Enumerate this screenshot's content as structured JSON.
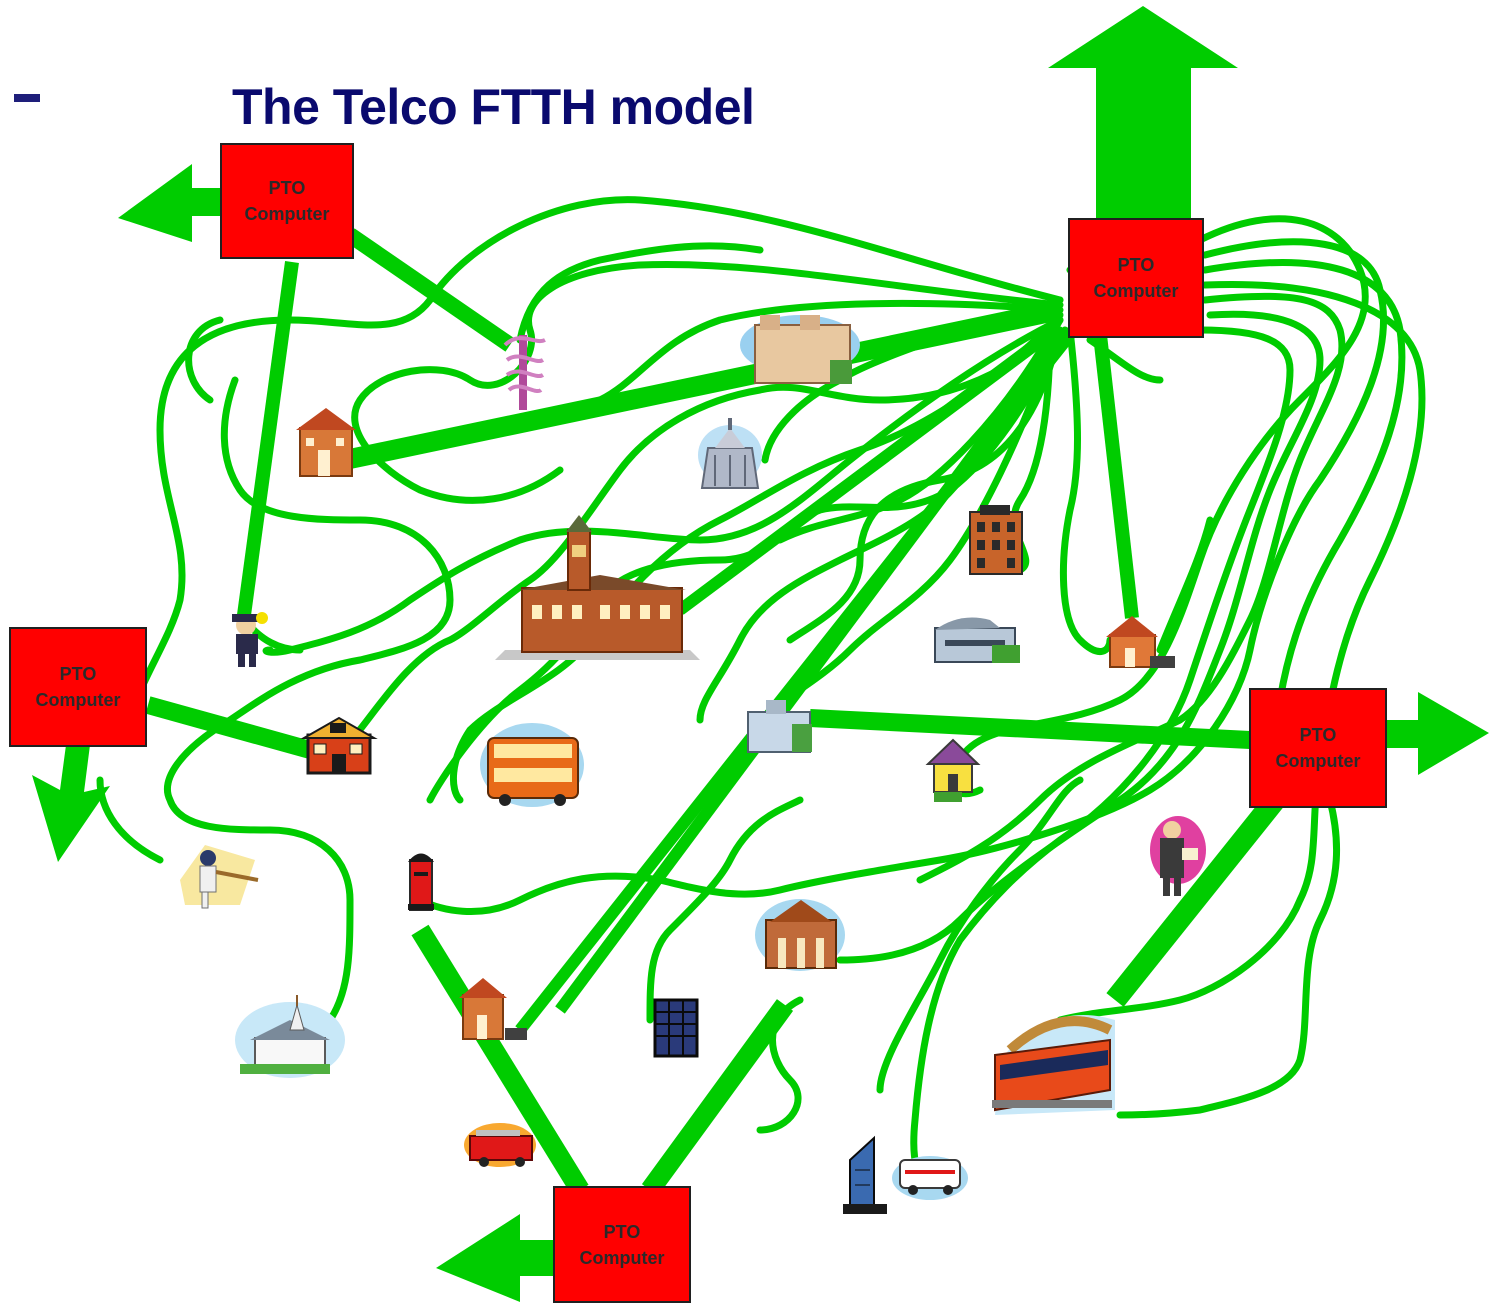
{
  "title": "The Telco FTTH model",
  "colors": {
    "link": "#00cc00",
    "node_fill": "#ff0000",
    "title": "#0a0a6e"
  },
  "nodes": [
    {
      "id": "pto-top-left",
      "line1": "PTO",
      "line2": "Computer"
    },
    {
      "id": "pto-top-right",
      "line1": "PTO",
      "line2": "Computer"
    },
    {
      "id": "pto-left",
      "line1": "PTO",
      "line2": "Computer"
    },
    {
      "id": "pto-right",
      "line1": "PTO",
      "line2": "Computer"
    },
    {
      "id": "pto-bottom",
      "line1": "PTO",
      "line2": "Computer"
    }
  ],
  "icons": [
    "caduceus-icon",
    "castle-icon",
    "town-hall-icon",
    "monument-icon",
    "city-hall-icon",
    "office-tower-icon",
    "policeman-icon",
    "factory-icon",
    "house-icon",
    "school-icon",
    "bus-icon",
    "cottage-icon",
    "cricketer-icon",
    "post-box-icon",
    "church-icon",
    "fire-engine-icon",
    "skyscraper-icon",
    "ambulance-icon",
    "train-icon",
    "teacher-icon",
    "university-icon"
  ]
}
